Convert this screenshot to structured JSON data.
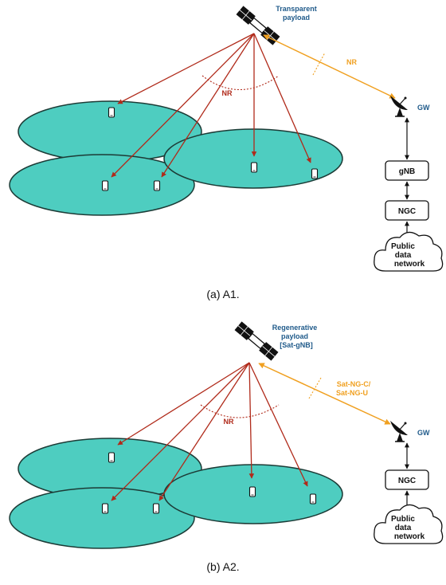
{
  "colors": {
    "cell_fill": "#4ecdc0",
    "access_link": "#b02a1a",
    "feeder_link": "#f0a020",
    "label_blue": "#1f5a8a"
  },
  "panel_a": {
    "payload_line1": "Transparent",
    "payload_line2": "payload",
    "access_link_label": "NR",
    "feeder_link_label": "NR",
    "gateway_label": "GW",
    "gnb_label": "gNB",
    "ngc_label": "NGC",
    "network_line1": "Public",
    "network_line2": "data",
    "network_line3": "network",
    "caption": "(a) A1."
  },
  "panel_b": {
    "payload_line1": "Regenerative",
    "payload_line2": "payload",
    "payload_line3": "[Sat-gNB]",
    "access_link_label": "NR",
    "feeder_link_line1": "Sat-NG-C/",
    "feeder_link_line2": "Sat-NG-U",
    "gateway_label": "GW",
    "ngc_label": "NGC",
    "network_line1": "Public",
    "network_line2": "data",
    "network_line3": "network",
    "caption": "(b) A2."
  }
}
